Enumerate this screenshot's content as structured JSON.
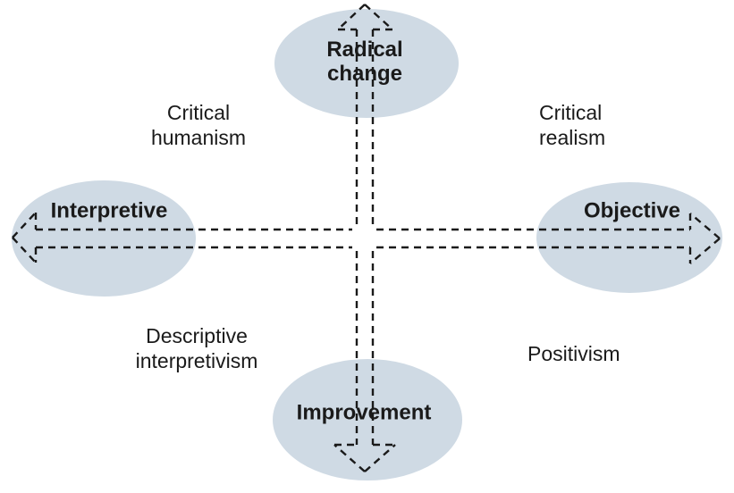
{
  "colors": {
    "background": "#ffffff",
    "ellipse_fill": "#cfdae4",
    "line": "#1a1a1a",
    "text": "#1a1a1a"
  },
  "diagram": {
    "axis_nodes": {
      "top": "Radical change",
      "bottom": "Improvement",
      "left": "Interpretive",
      "right": "Objective"
    },
    "quadrants": {
      "top_left": "Critical humanism",
      "top_right": "Critical realism",
      "bottom_left": "Descriptive interpretivism",
      "bottom_right": "Positivism"
    }
  }
}
